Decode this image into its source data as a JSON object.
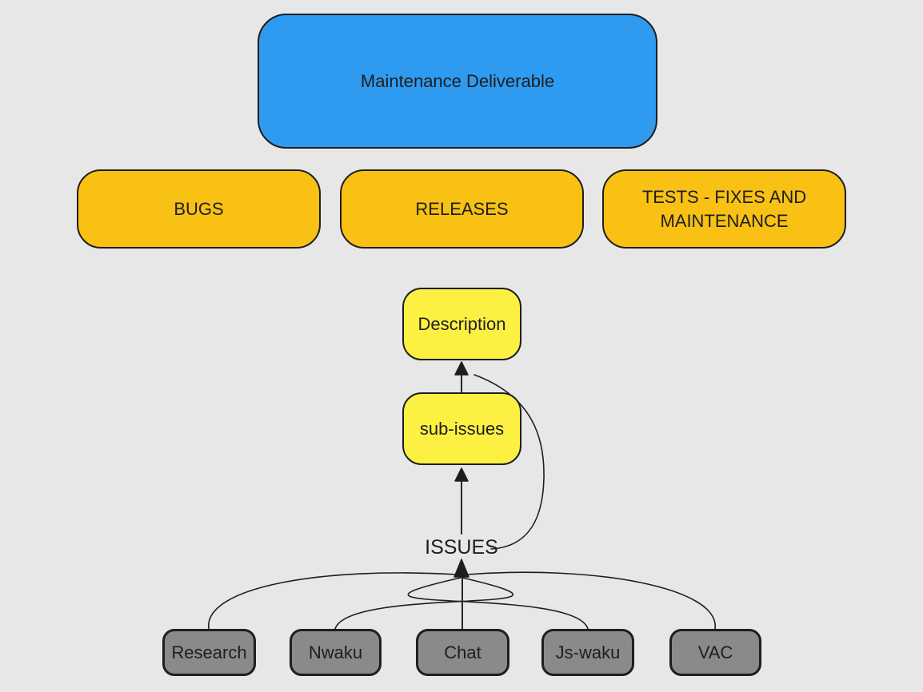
{
  "diagram": {
    "background": "#e7e7e7",
    "stroke_color": "#1e1e1e",
    "root": {
      "label": "Maintenance Deliverable",
      "fill": "#2e9af0"
    },
    "categories": [
      {
        "label": "BUGS",
        "fill": "#f8c113"
      },
      {
        "label": "RELEASES",
        "fill": "#f8c113"
      },
      {
        "label": "TESTS - FIXES AND MAINTENANCE",
        "fill": "#f8c113"
      }
    ],
    "description": {
      "label": "Description",
      "fill": "#fcf043"
    },
    "sub_issues": {
      "label": "sub-issues",
      "fill": "#fcf043"
    },
    "issues_label": "ISSUES",
    "children": [
      {
        "label": "Research",
        "fill": "#8a8a8a"
      },
      {
        "label": "Nwaku",
        "fill": "#8a8a8a"
      },
      {
        "label": "Chat",
        "fill": "#8a8a8a"
      },
      {
        "label": "Js-waku",
        "fill": "#8a8a8a"
      },
      {
        "label": "VAC",
        "fill": "#8a8a8a"
      }
    ],
    "edges": [
      {
        "from": "ISSUES",
        "to": "sub-issues",
        "type": "arrow"
      },
      {
        "from": "sub-issues",
        "to": "Description",
        "type": "arrow"
      },
      {
        "from": "ISSUES",
        "to": "Description",
        "type": "curve"
      },
      {
        "from": "Research",
        "to": "ISSUES",
        "type": "curve"
      },
      {
        "from": "Nwaku",
        "to": "ISSUES",
        "type": "curve"
      },
      {
        "from": "Chat",
        "to": "ISSUES",
        "type": "line-arrow"
      },
      {
        "from": "Js-waku",
        "to": "ISSUES",
        "type": "curve"
      },
      {
        "from": "VAC",
        "to": "ISSUES",
        "type": "curve"
      }
    ]
  }
}
